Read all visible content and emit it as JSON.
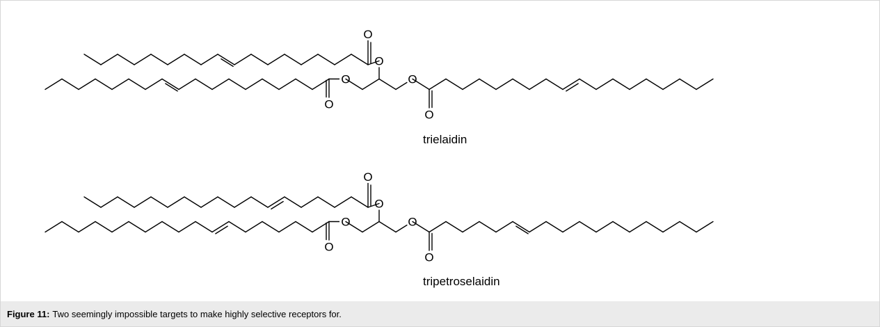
{
  "figure": {
    "caption_label": "Figure 11:",
    "caption_text": "Two seemingly impossible targets to make highly selective receptors for."
  },
  "structures": [
    {
      "name": "trielaidin",
      "atom_symbol": "O",
      "chains": [
        {
          "id": "top",
          "carbons": 18,
          "trans_double_bond_after_carbon": 9
        },
        {
          "id": "left",
          "carbons": 18,
          "trans_double_bond_after_carbon": 9
        },
        {
          "id": "right",
          "carbons": 18,
          "trans_double_bond_after_carbon": 9
        }
      ]
    },
    {
      "name": "tripetroselaidin",
      "atom_symbol": "O",
      "chains": [
        {
          "id": "top",
          "carbons": 18,
          "trans_double_bond_after_carbon": 6
        },
        {
          "id": "left",
          "carbons": 18,
          "trans_double_bond_after_carbon": 6
        },
        {
          "id": "right",
          "carbons": 18,
          "trans_double_bond_after_carbon": 6
        }
      ]
    }
  ]
}
